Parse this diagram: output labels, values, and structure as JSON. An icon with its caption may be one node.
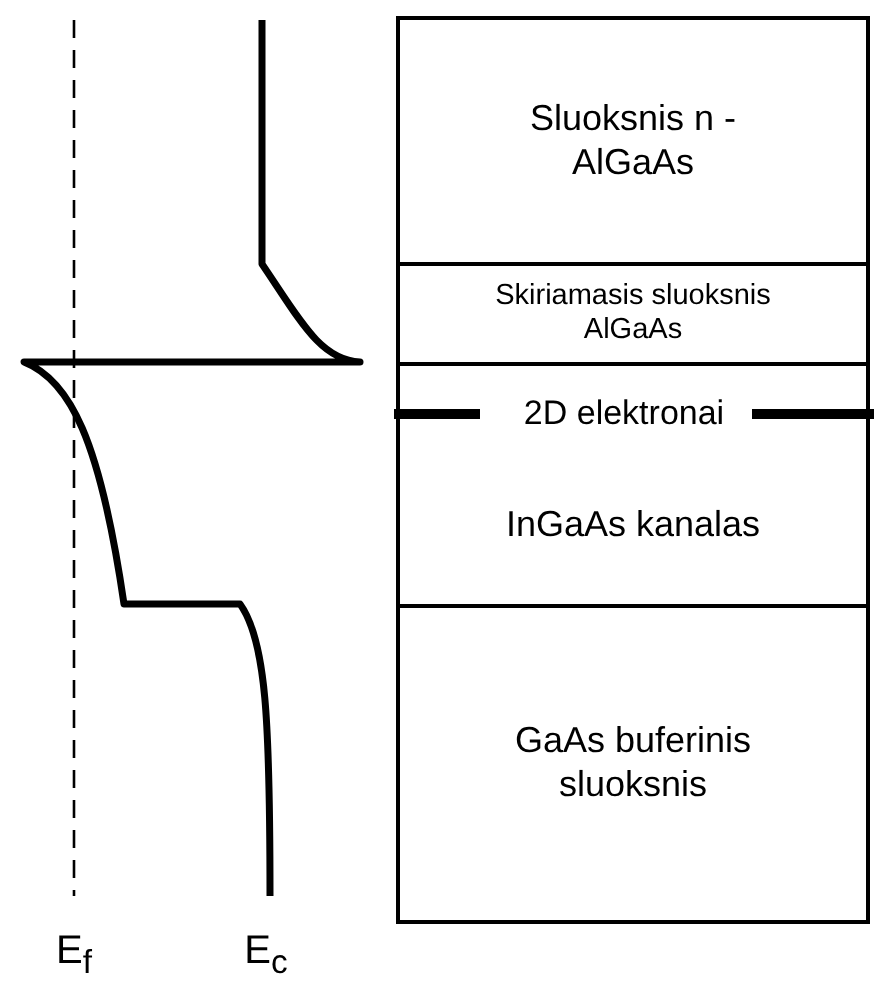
{
  "diagram": {
    "nodes": [
      {
        "text": [
          "Sluoksnis n - AlGaAs"
        ]
      },
      {
        "text": [
          "Skiriamasis sluoksnis AlGaAs"
        ]
      },
      {
        "text": [
          "InGaAs kanalas"
        ]
      },
      {
        "text": [
          "GaAs buferinis sluoksnis"
        ]
      }
    ],
    "labels": [
      "2D elektronai",
      "E$_{f}$",
      "E$_{c}$"
    ]
  }
}
